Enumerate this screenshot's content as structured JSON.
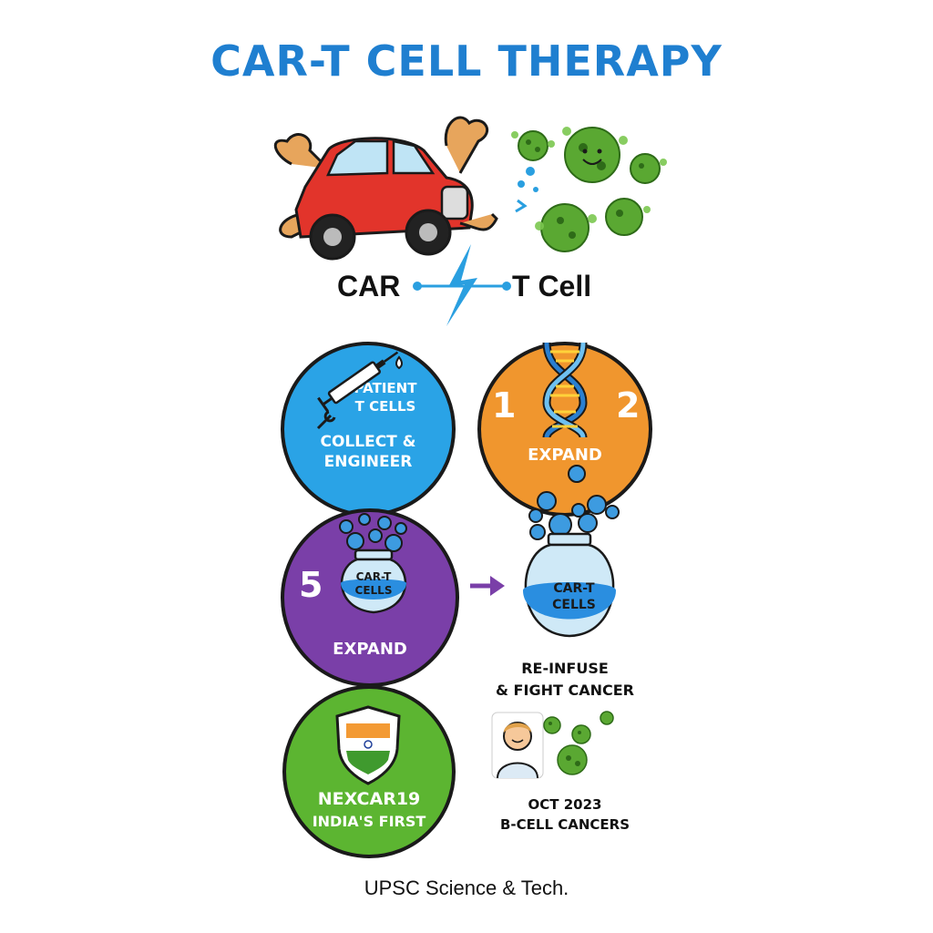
{
  "title": "CAR-T CELL THERAPY",
  "concept": {
    "car_label": "CAR",
    "tcell_label": "T Cell"
  },
  "steps": {
    "collect": {
      "line1": "PATIENT",
      "line2": "T CELLS",
      "line3": "COLLECT &",
      "line4": "ENGINEER",
      "color": "#2aa3e6"
    },
    "expand_dna": {
      "num_left": "1",
      "num_right": "2",
      "label": "EXPAND",
      "color": "#f0962e"
    },
    "expand_jar": {
      "num": "5",
      "jar_line1": "CAR-T",
      "jar_line2": "CELLS",
      "label": "EXPAND",
      "color": "#7a3fa8"
    },
    "reinfuse": {
      "jar_line1": "CAR-T",
      "jar_line2": "CELLS",
      "line1": "RE-INFUSE",
      "line2": "& FIGHT CANCER"
    },
    "nexcar": {
      "line1": "NEXCAR19",
      "line2": "INDIA'S FIRST",
      "color": "#5cb531"
    },
    "approval": {
      "line1": "OCT 2023",
      "line2": "B-CELL CANCERS"
    }
  },
  "footer": "UPSC Science & Tech.",
  "colors": {
    "title": "#1f7fd0",
    "virus": "#5aa832",
    "arrow": "#7a3fa8",
    "bolt": "#2a9fe0"
  },
  "icons": [
    "muscle-car-icon",
    "virus-icon",
    "lightning-icon",
    "syringe-icon",
    "wrench-icon",
    "dna-icon",
    "jar-icon",
    "india-shield-icon",
    "patient-icon",
    "arrow-right-icon"
  ]
}
